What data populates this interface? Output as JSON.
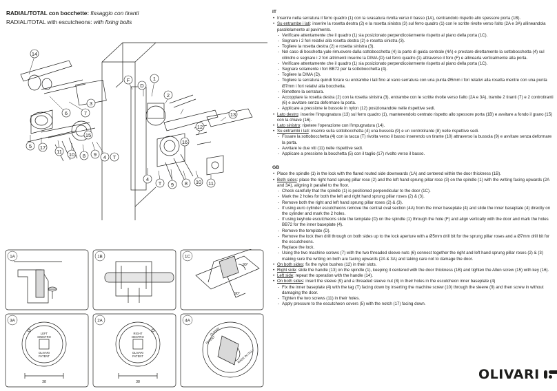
{
  "header": {
    "line1_bold": "RADIAL/TOTAL con bocchette:",
    "line1_italic": "fissaggio con tiranti",
    "line2_plain": "RADIAL/TOTAL with escutcheons:",
    "line2_italic": "with fixing bolts"
  },
  "diagram": {
    "callouts": [
      "14",
      "6",
      "7",
      "5",
      "17",
      "11",
      "10",
      "8",
      "9",
      "4",
      "T",
      "15",
      "3",
      "F",
      "D",
      "1",
      "2",
      "12",
      "13",
      "16"
    ]
  },
  "panels": [
    {
      "id": "1A",
      "labels": []
    },
    {
      "id": "1B",
      "labels": []
    },
    {
      "id": "1C",
      "labels": [
        "90°",
        "90°"
      ]
    },
    {
      "id": "3A",
      "labels": [
        "LEFT",
        "SINISTRO",
        "OLIVARI",
        "PATENT",
        "38"
      ]
    },
    {
      "id": "2A",
      "labels": [
        "RIGHT",
        "DESTRO",
        "OLIVARI",
        "PATENT",
        "38"
      ]
    },
    {
      "id": "4A",
      "labels": [
        "OLIVARI",
        "PATENT",
        "MADE IN ITALY"
      ]
    }
  ],
  "it": {
    "label": "IT",
    "items": [
      {
        "kind": "p",
        "text": "Inserire nella serratura il ferro quadro (1) con la svasatura rivolta verso il basso (1A), centrandolo rispetto allo spessore porta (1B)."
      },
      {
        "kind": "p",
        "lead": "Su entrambe i lati",
        "text": ": inserire la rosetta destra (2) e la rosetta sinistra (3) sul ferro quadro (1) con le scritte rivolte verso l'alto (2A e 3A) allineandola parallelamente al pavimento."
      },
      {
        "kind": "sub",
        "text": "Verificare attentamente che il quadro (1) sia posizionato perpendicolarmente rispetto al piano della porta (1C)."
      },
      {
        "kind": "sub",
        "text": "Segnare i 2 fori relativi alla rosetta destra (2) e rosetta sinistra (3)."
      },
      {
        "kind": "sub",
        "text": "Togliere la rosetta destra (2) e rosetta sinistra (3)."
      },
      {
        "kind": "sub",
        "text": "Nel caso di bocchetta yale rimuovere dalla sottobocchetta (4) la parte di guida centrale (4A) e prestare direttamente la sottobocchetta (4) sul cilindro e segnare i 2 fori altrimenti inserire la DIMA (D) sul ferro quadro (1) attraverso il foro (F) e allinearla verticalmente alla porta."
      },
      {
        "kind": "sub",
        "text": "Verificare attentamente che il quadro (1) sia posizionato perpendicolarmente rispetto al piano della porta (1C)."
      },
      {
        "kind": "sub",
        "text": "Segnare solamente i fori BB72 per la sottobocchetta (4)."
      },
      {
        "kind": "sub",
        "text": "Togliere la DIMA (D)."
      },
      {
        "kind": "sub",
        "text": "Togliere la serratura quindi forare su entrambe i lati fino al vano serratura con una punta Ø5mm i fori relativi alla rosetta mentre con una punta Ø7mm i fori relativi alla bocchetta."
      },
      {
        "kind": "sub",
        "text": "Rimettere la serratura."
      },
      {
        "kind": "sub",
        "text": "Accoppiare la rosetta destra (2) con la rosetta sinistra (3), entrambe con le scritte rivolte verso l'alto (2A e 3A), tramite 2 tiranti (7) e 2 controtiranti (6) e avvitare senza deformare la porta."
      },
      {
        "kind": "sub",
        "text": "Applicare a pressione le bussole in nylon (12) posizionandole nelle rispettive sedi."
      },
      {
        "kind": "p",
        "lead": "Lato destro",
        "text": ": inserire l'impugnatura (13) sul ferro quadro (1), mantenendolo centrato rispetto allo spessore porta (1B) e avvitare a fondo il grano (15) con la chiave (16)."
      },
      {
        "kind": "p",
        "lead": "Lato sinistro",
        "text": ": ripetere l'operazione con l'impugnatura (14)."
      },
      {
        "kind": "p",
        "lead": "Su entrambi i lati",
        "text": ": inserire sulla sottobocchetta (4) una bussola (9) e un controtirante (8) nelle rispettive sedi."
      },
      {
        "kind": "sub",
        "text": "Fissare la sottobocchetta (4) con la tacca (T) rivolta verso il basso inserendo un tirante (10) attraverso la bussola (9) e avvitare senza deformare la porta."
      },
      {
        "kind": "sub",
        "text": "Avvitare le due viti (11) nelle rispettive sedi."
      },
      {
        "kind": "sub",
        "text": "Applicare a pressione la bocchetta (5) con il taglio (17) rivolto verso il basso."
      }
    ]
  },
  "gb": {
    "label": "GB",
    "items": [
      {
        "kind": "p",
        "text": "Place the spindle (1) in the lock with the flared routed side downwards (1A) and centered within the door thickness (1B)."
      },
      {
        "kind": "p",
        "lead": "Both sides",
        "text": ": place the right hand sprung pillar rose (2) and the left hand sprung pillar rose (3) on the spindle (1) with the writing facing upwards (2A and 3A), aligning it parallel to the floor."
      },
      {
        "kind": "sub",
        "text": "Check carefully that the spindle (1) is positioned perpendicular to the door (1C)."
      },
      {
        "kind": "sub",
        "text": "Mark the 2 holes for both the left and right hand sprung pillar roses (2) & (3)."
      },
      {
        "kind": "sub",
        "text": "Remove both the right and left hand sprung pillar roses (2) & (3)."
      },
      {
        "kind": "sub",
        "text": "If using euro cylinder escutcheons remove the central oval section (4A) from the inner baseplate (4) and slide the inner baseplate (4) directly on the cylinder and mark the 2 holes."
      },
      {
        "kind": "sub",
        "text": "If using keyhole escutcheons slide the template (D) on the spindle (1) through the hole (F) and align vertically with the door and mark the holes BB72 for the inner baseplate (4)."
      },
      {
        "kind": "sub",
        "text": "Remove the template (D)."
      },
      {
        "kind": "sub",
        "text": "Remove the lock then drill through on both sides up to the lock aperture with a Ø5mm drill bit for the sprung pillar roses and a Ø7mm drill bit for the escutcheons."
      },
      {
        "kind": "sub",
        "text": "Replace the lock."
      },
      {
        "kind": "sub",
        "text": "Using the two machine screws (7) with the two threaded sleeve nuts (6) connect together the right and left hand sprung pillar roses (2) & (3) making sure the writing on both are facing upwards (2A & 3A) and taking care not to damage the door."
      },
      {
        "kind": "p",
        "lead": "On both sides",
        "text": ": fix the nylon bushes (12) in their slots."
      },
      {
        "kind": "p",
        "lead": "Right side",
        "text": ": slide the handle (13) on the spindle (1), keeping it centered with the door thickness (1B) and tighten the Allen screw (15) with key (16)."
      },
      {
        "kind": "p",
        "lead": "Left side",
        "text": ": repeat the operation with the handle (14)."
      },
      {
        "kind": "p",
        "lead": "On both sides",
        "text": ": insert the sleeve (9) and a threaded sleeve nut (8) in their holes in the escutcheon inner baseplate (4)"
      },
      {
        "kind": "sub",
        "text": "Fix the inner baseplate (4) with the tag (T) facing down by inserting the machine screw (10) through the sleeve (9) and then screw in without damaging the door."
      },
      {
        "kind": "sub",
        "text": "Tighten the two screws (11) in their holes."
      },
      {
        "kind": "sub",
        "text": "Apply pressure to the escutcheon covers (5) with the notch (17) facing down."
      }
    ]
  },
  "brand": {
    "name": "OLIVARI",
    "icon": "olivari-logo-mark"
  }
}
